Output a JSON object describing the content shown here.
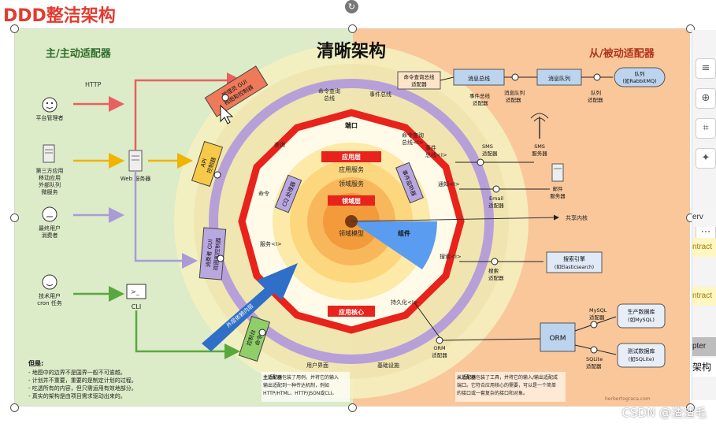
{
  "page_title": "DDD整洁架构",
  "diagram": {
    "title": "清晰架构",
    "left_heading": "主/主动适配器",
    "right_heading": "从/被动适配器",
    "http_label": "HTTP",
    "actors": {
      "platform_admin": "平台管理者",
      "third_party": [
        "第三方应用",
        "移动应用",
        "外部队列",
        "微服务"
      ],
      "end_user": [
        "最终用户",
        "消费者"
      ],
      "tech_user": [
        "技术用户",
        "cron 任务"
      ]
    },
    "web_server": "Web 服务器",
    "cli": "CLI",
    "left_adapters": {
      "admin_gui": [
        "管理员 GUI",
        "视图和控制器"
      ],
      "api": [
        "API",
        "控制器"
      ],
      "consumer_gui": [
        "消费者 GUI",
        "视图和控制器"
      ],
      "console": [
        "控制台",
        "命令"
      ]
    },
    "bus_labels": {
      "command_query": [
        "命令查询",
        "总线"
      ],
      "event": "事件总线"
    },
    "ring_labels": {
      "port": "端口",
      "query": "查询",
      "command": "命令",
      "service": "服务<I>",
      "cmd_query_bus": [
        "命令查询",
        "总线<I>"
      ],
      "event_bus": [
        "事件",
        "总线<I>"
      ],
      "notify": "通知<I>",
      "search": "搜索<I>",
      "persist": "持久化<I>"
    },
    "cqrs": "CQ 处理器",
    "event_listener": "事件监听器",
    "layers": {
      "application": "应用层",
      "app_service": "应用服务",
      "domain_service": "领域服务",
      "domain": "领域层",
      "domain_model": "领域模型",
      "component": "组件",
      "app_core": "应用核心"
    },
    "shared_kernel": "共享内核",
    "right_items": {
      "cmd_query_adapter": [
        "命令查询总线",
        "适配器"
      ],
      "message_bus": "消息总线",
      "event_bus_adapter": [
        "事件总线",
        "适配器"
      ],
      "message_bus_adapter": [
        "消息队列",
        "适配器"
      ],
      "message_queue": "消息队列",
      "queue_adapter": [
        "队列",
        "适配器"
      ],
      "queue": [
        "队列",
        "(如RabbitMQ)"
      ],
      "sms_adapter": [
        "SMS",
        "适配器"
      ],
      "sms_server": [
        "SMS",
        "服务器"
      ],
      "email_adapter": [
        "Email",
        "适配器"
      ],
      "mail_server": [
        "邮件",
        "服务器"
      ],
      "search_adapter": [
        "搜索",
        "适配器"
      ],
      "search_engine": [
        "搜索引擎",
        "(如Elasticsearch)"
      ],
      "orm": "ORM",
      "orm_adapter": [
        "ORM",
        "适配器"
      ],
      "mysql_adapter": [
        "MySQL",
        "适配器"
      ],
      "prod_db": [
        "生产数据库",
        "(如MySQL)"
      ],
      "sqlite_adapter": [
        "SQLite",
        "适配器"
      ],
      "test_db": [
        "测试数据库",
        "(如SQLite)"
      ]
    },
    "arrow_label": "外层依赖内层",
    "user_interface": "用户界面",
    "infrastructure": "基础设施",
    "note": {
      "heading": "但是:",
      "lines": [
        "- 地图中的边界不是国界一般不可逾越。",
        "- 计划并不重要，重要的是制定计划的过程。",
        "- 吃透所有的内容，但只需运用有效地部分。",
        "- 真实的架构是由项目需求驱动出来的。"
      ]
    },
    "primary_note": {
      "bold": "主适配器",
      "lines": [
        "包装了用例，并将它的输入",
        "输出适配到一种传达机制，例如",
        "HTTP/HTML、HTTP/JSON或CLI。"
      ]
    },
    "secondary_note": {
      "bold": "从适配器",
      "lines": [
        "包装了工具，并将它的输入/输出适配成",
        "端口。它符合应用核心的需要，可以是一个简单",
        "的接口或一套复杂的接口和对象。"
      ]
    },
    "site_mark": "herbertograca.com"
  },
  "right_pane": {
    "strips": [
      "erv",
      "ntract",
      "ntract",
      "pter",
      "架构"
    ]
  },
  "watermark": "CSDN @渣渣毛"
}
